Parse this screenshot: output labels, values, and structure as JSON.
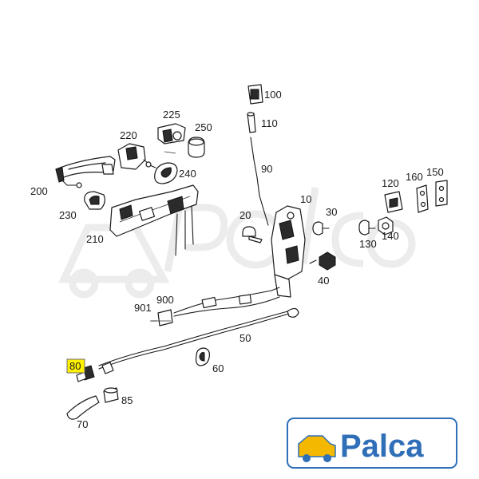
{
  "parts": [
    {
      "id": "p100",
      "label": "100"
    },
    {
      "id": "p110",
      "label": "110"
    },
    {
      "id": "p90",
      "label": "90"
    },
    {
      "id": "p225",
      "label": "225"
    },
    {
      "id": "p220",
      "label": "220"
    },
    {
      "id": "p250",
      "label": "250"
    },
    {
      "id": "p240",
      "label": "240"
    },
    {
      "id": "p200",
      "label": "200"
    },
    {
      "id": "p230",
      "label": "230"
    },
    {
      "id": "p210",
      "label": "210"
    },
    {
      "id": "p10",
      "label": "10"
    },
    {
      "id": "p20",
      "label": "20"
    },
    {
      "id": "p30",
      "label": "30"
    },
    {
      "id": "p40",
      "label": "40"
    },
    {
      "id": "p120",
      "label": "120"
    },
    {
      "id": "p160",
      "label": "160"
    },
    {
      "id": "p150",
      "label": "150"
    },
    {
      "id": "p130",
      "label": "130"
    },
    {
      "id": "p140",
      "label": "140"
    },
    {
      "id": "p900",
      "label": "900"
    },
    {
      "id": "p901",
      "label": "901"
    },
    {
      "id": "p50",
      "label": "50"
    },
    {
      "id": "p60",
      "label": "60"
    },
    {
      "id": "p80",
      "label": "80"
    },
    {
      "id": "p85",
      "label": "85"
    },
    {
      "id": "p70",
      "label": "70"
    }
  ],
  "highlight_part": "80",
  "logo": {
    "text": "Palca",
    "color": "#2f6fb7",
    "accent": "#f5b800"
  }
}
